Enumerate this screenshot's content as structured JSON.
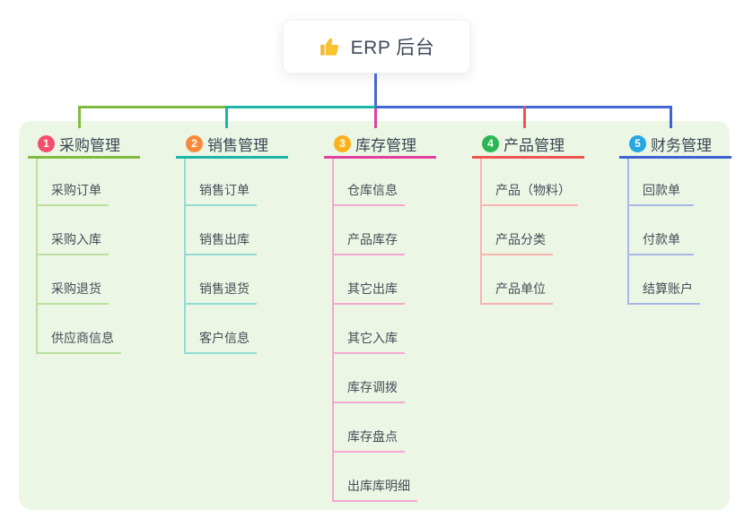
{
  "root": {
    "icon": "thumbs-up",
    "label": "ERP 后台"
  },
  "connector_color": "#4568d4",
  "panel_bg": "#ebf7e4",
  "branches": [
    {
      "num": "1",
      "label": "采购管理",
      "colors": {
        "badge": "#f34f6d",
        "main": "#80bb40",
        "light": "#b9e09e"
      },
      "children": [
        "采购订单",
        "采购入库",
        "采购退货",
        "供应商信息"
      ]
    },
    {
      "num": "2",
      "label": "销售管理",
      "colors": {
        "badge": "#f98a3d",
        "main": "#1eb4a8",
        "light": "#90dcd4"
      },
      "children": [
        "销售订单",
        "销售出库",
        "销售退货",
        "客户信息"
      ]
    },
    {
      "num": "3",
      "label": "库存管理",
      "colors": {
        "badge": "#ffb11d",
        "main": "#e041a1",
        "light": "#f4a8d1"
      },
      "children": [
        "仓库信息",
        "产品库存",
        "其它出库",
        "其它入库",
        "库存调拨",
        "库存盘点",
        "出库库明细"
      ]
    },
    {
      "num": "4",
      "label": "产品管理",
      "colors": {
        "badge": "#2db654",
        "main": "#f05452",
        "light": "#f9b3b1"
      },
      "children": [
        "产品（物料）",
        "产品分类",
        "产品单位"
      ]
    },
    {
      "num": "5",
      "label": "财务管理",
      "colors": {
        "badge": "#26a6e2",
        "main": "#3f63d2",
        "light": "#a8b8e6"
      },
      "children": [
        "回款单",
        "付款单",
        "结算账户"
      ]
    }
  ]
}
